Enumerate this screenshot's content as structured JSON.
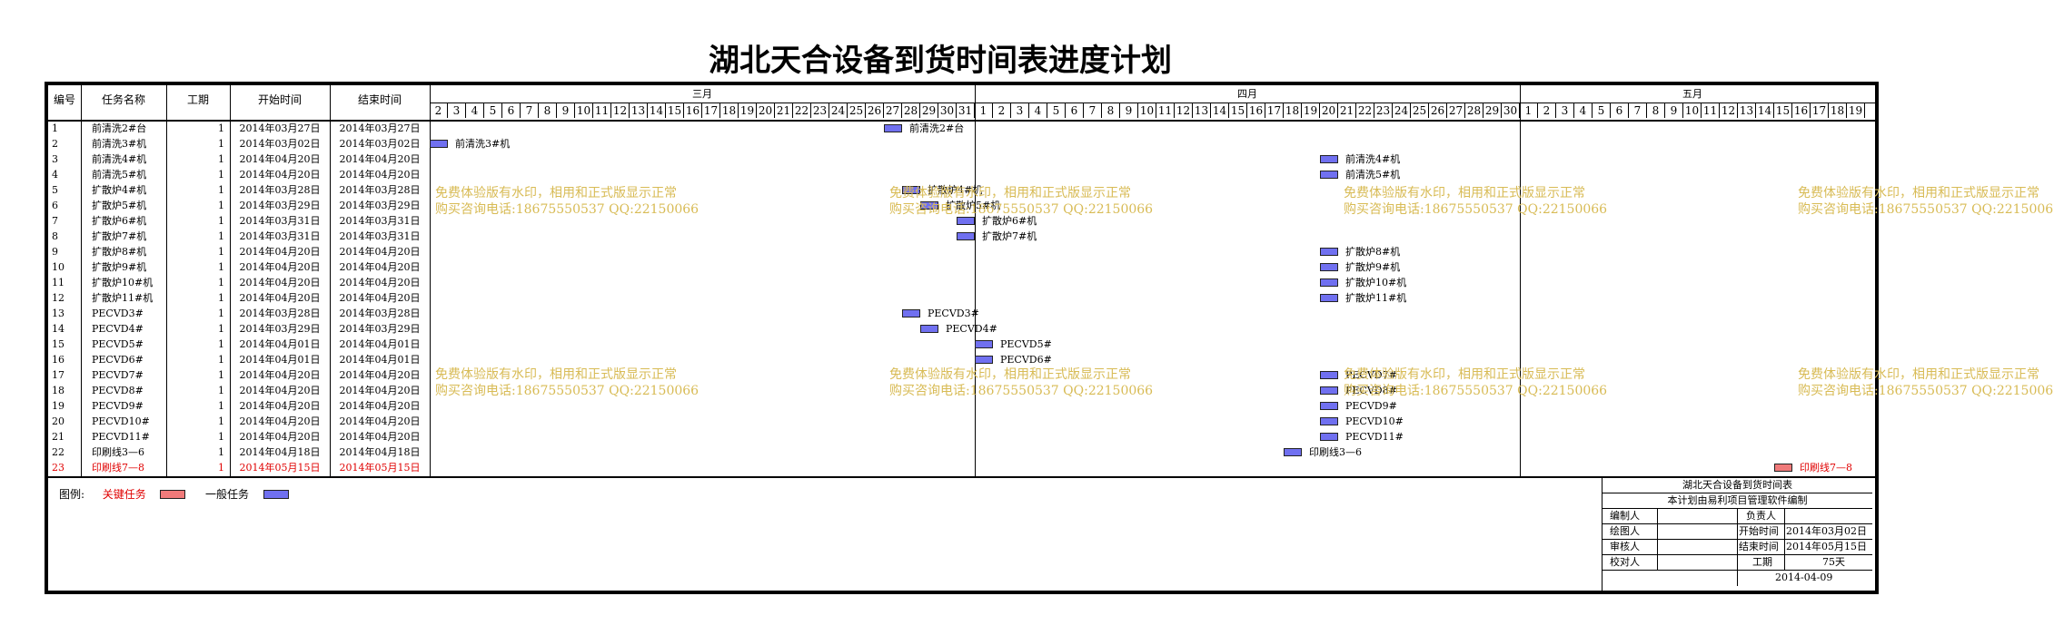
{
  "title": "湖北天合设备到货时间表进度计划",
  "columns": {
    "id": "编号",
    "name": "任务名称",
    "duration": "工期",
    "start": "开始时间",
    "end": "结束时间"
  },
  "months": [
    "三月",
    "四月",
    "五月"
  ],
  "day_ranges": [
    [
      2,
      31
    ],
    [
      1,
      30
    ],
    [
      1,
      19
    ]
  ],
  "tasks": [
    {
      "id": "1",
      "name": "前清洗2#台",
      "duration": "1",
      "start": "2014年03月27日",
      "end": "2014年03月27日",
      "bar_month": 0,
      "bar_day": 27,
      "critical": false
    },
    {
      "id": "2",
      "name": "前清洗3#机",
      "duration": "1",
      "start": "2014年03月02日",
      "end": "2014年03月02日",
      "bar_month": 0,
      "bar_day": 2,
      "critical": false
    },
    {
      "id": "3",
      "name": "前清洗4#机",
      "duration": "1",
      "start": "2014年04月20日",
      "end": "2014年04月20日",
      "bar_month": 1,
      "bar_day": 20,
      "critical": false
    },
    {
      "id": "4",
      "name": "前清洗5#机",
      "duration": "1",
      "start": "2014年04月20日",
      "end": "2014年04月20日",
      "bar_month": 1,
      "bar_day": 20,
      "critical": false
    },
    {
      "id": "5",
      "name": "扩散炉4#机",
      "duration": "1",
      "start": "2014年03月28日",
      "end": "2014年03月28日",
      "bar_month": 0,
      "bar_day": 28,
      "critical": false
    },
    {
      "id": "6",
      "name": "扩散炉5#机",
      "duration": "1",
      "start": "2014年03月29日",
      "end": "2014年03月29日",
      "bar_month": 0,
      "bar_day": 29,
      "critical": false
    },
    {
      "id": "7",
      "name": "扩散炉6#机",
      "duration": "1",
      "start": "2014年03月31日",
      "end": "2014年03月31日",
      "bar_month": 0,
      "bar_day": 31,
      "critical": false
    },
    {
      "id": "8",
      "name": "扩散炉7#机",
      "duration": "1",
      "start": "2014年03月31日",
      "end": "2014年03月31日",
      "bar_month": 0,
      "bar_day": 31,
      "critical": false
    },
    {
      "id": "9",
      "name": "扩散炉8#机",
      "duration": "1",
      "start": "2014年04月20日",
      "end": "2014年04月20日",
      "bar_month": 1,
      "bar_day": 20,
      "critical": false
    },
    {
      "id": "10",
      "name": "扩散炉9#机",
      "duration": "1",
      "start": "2014年04月20日",
      "end": "2014年04月20日",
      "bar_month": 1,
      "bar_day": 20,
      "critical": false
    },
    {
      "id": "11",
      "name": "扩散炉10#机",
      "duration": "1",
      "start": "2014年04月20日",
      "end": "2014年04月20日",
      "bar_month": 1,
      "bar_day": 20,
      "critical": false
    },
    {
      "id": "12",
      "name": "扩散炉11#机",
      "duration": "1",
      "start": "2014年04月20日",
      "end": "2014年04月20日",
      "bar_month": 1,
      "bar_day": 20,
      "critical": false
    },
    {
      "id": "13",
      "name": "PECVD3#",
      "duration": "1",
      "start": "2014年03月28日",
      "end": "2014年03月28日",
      "bar_month": 0,
      "bar_day": 28,
      "critical": false
    },
    {
      "id": "14",
      "name": "PECVD4#",
      "duration": "1",
      "start": "2014年03月29日",
      "end": "2014年03月29日",
      "bar_month": 0,
      "bar_day": 29,
      "critical": false
    },
    {
      "id": "15",
      "name": "PECVD5#",
      "duration": "1",
      "start": "2014年04月01日",
      "end": "2014年04月01日",
      "bar_month": 1,
      "bar_day": 1,
      "critical": false
    },
    {
      "id": "16",
      "name": "PECVD6#",
      "duration": "1",
      "start": "2014年04月01日",
      "end": "2014年04月01日",
      "bar_month": 1,
      "bar_day": 1,
      "critical": false
    },
    {
      "id": "17",
      "name": "PECVD7#",
      "duration": "1",
      "start": "2014年04月20日",
      "end": "2014年04月20日",
      "bar_month": 1,
      "bar_day": 20,
      "critical": false
    },
    {
      "id": "18",
      "name": "PECVD8#",
      "duration": "1",
      "start": "2014年04月20日",
      "end": "2014年04月20日",
      "bar_month": 1,
      "bar_day": 20,
      "critical": false
    },
    {
      "id": "19",
      "name": "PECVD9#",
      "duration": "1",
      "start": "2014年04月20日",
      "end": "2014年04月20日",
      "bar_month": 1,
      "bar_day": 20,
      "critical": false
    },
    {
      "id": "20",
      "name": "PECVD10#",
      "duration": "1",
      "start": "2014年04月20日",
      "end": "2014年04月20日",
      "bar_month": 1,
      "bar_day": 20,
      "critical": false
    },
    {
      "id": "21",
      "name": "PECVD11#",
      "duration": "1",
      "start": "2014年04月20日",
      "end": "2014年04月20日",
      "bar_month": 1,
      "bar_day": 20,
      "critical": false
    },
    {
      "id": "22",
      "name": "印刷线3—6",
      "duration": "1",
      "start": "2014年04月18日",
      "end": "2014年04月18日",
      "bar_month": 1,
      "bar_day": 18,
      "critical": false
    },
    {
      "id": "23",
      "name": "印刷线7—8",
      "duration": "1",
      "start": "2014年05月15日",
      "end": "2014年05月15日",
      "bar_month": 2,
      "bar_day": 15,
      "critical": true
    }
  ],
  "watermark": {
    "line1": "免费体验版有水印，相用和正式版显示正常",
    "line2": "购买咨询电话:18675550537 QQ:22150066"
  },
  "legend": {
    "label": "图例:",
    "critical": "关键任务",
    "normal": "一般任务",
    "critical_color": "#f07a7a",
    "normal_color": "#7070f0"
  },
  "info": {
    "title": "湖北天合设备到货时间表",
    "subtitle": "本计划由易利项目管理软件编制",
    "editor_label": "编制人",
    "editor": "",
    "owner_label": "负责人",
    "owner": "",
    "drawer_label": "绘图人",
    "drawer": "",
    "start_label": "开始时间",
    "start": "2014年03月02日",
    "reviewer_label": "审核人",
    "reviewer": "",
    "end_label": "结束时间",
    "end": "2014年05月15日",
    "checker_label": "校对人",
    "checker": "",
    "duration_label": "工期",
    "duration": "75天",
    "date": "2014-04-09"
  }
}
